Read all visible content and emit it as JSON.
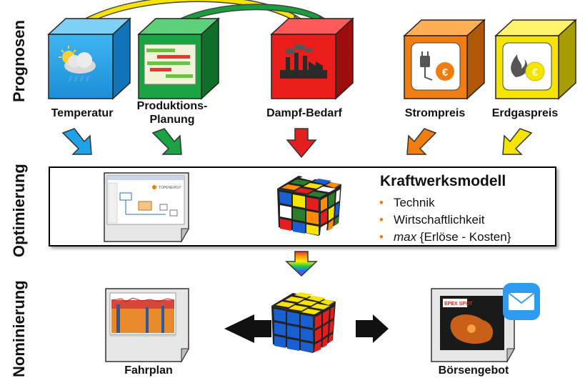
{
  "sections": {
    "prognosen": "Prognosen",
    "optimierung": "Optimierung",
    "nominierung": "Nominierung"
  },
  "forecasts": {
    "temperatur": "Temperatur",
    "produktionsplanung_line1": "Produktions-",
    "produktionsplanung_line2": "Planung",
    "dampfbedarf": "Dampf-Bedarf",
    "strompreis": "Strompreis",
    "erdgaspreis": "Erdgaspreis"
  },
  "model": {
    "title": "Kraftwerksmodell",
    "bullets": [
      "Technik",
      "Wirtschaftlichkeit"
    ],
    "objective_prefix": "max",
    "objective_rest": " {Erlöse - Kosten}"
  },
  "outputs": {
    "fahrplan": "Fahrplan",
    "boersengebot": "Börsengebot"
  },
  "logos": {
    "software_logo": "TOPENERGY",
    "exchange_logo": "EPEX SPOT"
  },
  "colors": {
    "temperature": "#1fa2e8",
    "production": "#1a9e3c",
    "steam": "#e41e1e",
    "electricity": "#ef7d10",
    "gas": "#f4e400",
    "bullet": "#e87722"
  }
}
